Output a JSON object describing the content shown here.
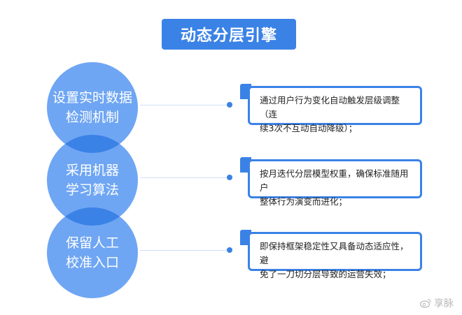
{
  "title": "动态分层引擎",
  "circles": [
    {
      "line1": "设置实时数据",
      "line2": "检测机制"
    },
    {
      "line1": "采用机器",
      "line2": "学习算法"
    },
    {
      "line1": "保留人工",
      "line2": "校准入口"
    }
  ],
  "cards": [
    {
      "line1": "通过用户行为变化自动触发层级调整（连",
      "line2": "续3次不互动自动降级）；"
    },
    {
      "line1": "按月迭代分层模型权重，确保标准随用户",
      "line2": "整体行为演变而进化；"
    },
    {
      "line1": "即保持框架稳定性又具备动态适应性，避",
      "line2": "免了一刀切分层导致的运营失效；"
    }
  ],
  "watermark": {
    "text": "享脉",
    "icon": "weibo-icon"
  },
  "colors": {
    "accent": "#3b82e6",
    "circle": "#6fa6f3",
    "overlap": "#3b82e6"
  }
}
